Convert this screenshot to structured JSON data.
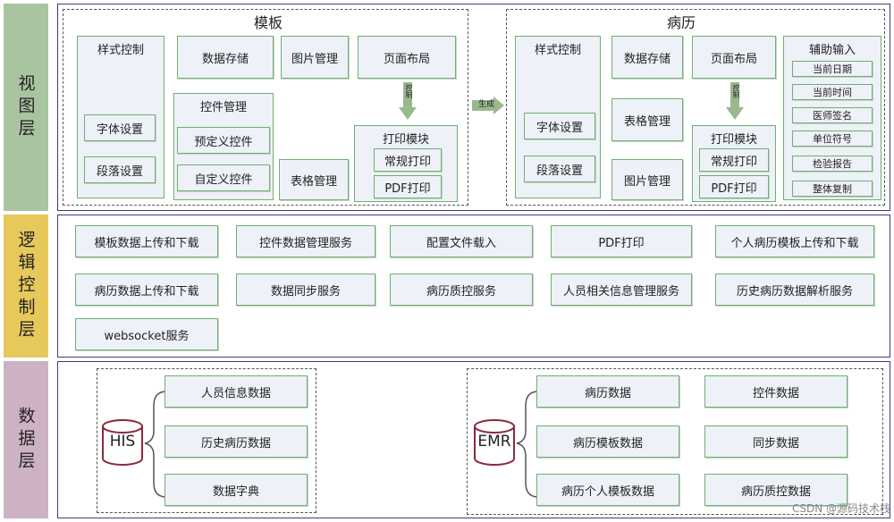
{
  "layers": {
    "view": "视图层",
    "logic": "逻辑控制层",
    "data": "数据层"
  },
  "template": {
    "title": "模板",
    "style_control": "样式控制",
    "font_settings": "字体设置",
    "paragraph_settings": "段落设置",
    "data_storage": "数据存储",
    "image_management": "图片管理",
    "page_layout": "页面布局",
    "control_management": "控件管理",
    "predefined_control": "预定义控件",
    "custom_control": "自定义控件",
    "table_management": "表格管理",
    "print_module": "打印模块",
    "normal_print": "常规打印",
    "pdf_print": "PDF打印",
    "control_arrow": "控制"
  },
  "generate_arrow": "生成",
  "record": {
    "title": "病历",
    "style_control": "样式控制",
    "font_settings": "字体设置",
    "paragraph_settings": "段落设置",
    "data_storage": "数据存储",
    "table_management": "表格管理",
    "image_management": "图片管理",
    "page_layout": "页面布局",
    "print_module": "打印模块",
    "normal_print": "常规打印",
    "pdf_print": "PDF打印",
    "control_arrow": "控制",
    "aux_input": {
      "title": "辅助输入",
      "items": [
        "当前日期",
        "当前时间",
        "医师签名",
        "单位符号",
        "检验报告",
        "整体复制"
      ]
    }
  },
  "logic": {
    "row1": [
      "模板数据上传和下载",
      "控件数据管理服务",
      "配置文件载入",
      "PDF打印",
      "个人病历模板上传和下载"
    ],
    "row2": [
      "病历数据上传和下载",
      "数据同步服务",
      "病历质控服务",
      "人员相关信息管理服务",
      "历史病历数据解析服务"
    ],
    "row3": [
      "websocket服务"
    ]
  },
  "data": {
    "his_label": "HIS",
    "his_items": [
      "人员信息数据",
      "历史病历数据",
      "数据字典"
    ],
    "emr_label": "EMR",
    "emr_items": [
      "病历数据",
      "控件数据",
      "病历模板数据",
      "同步数据",
      "病历个人模板数据",
      "病历质控数据"
    ]
  },
  "watermark": "CSDN @源码技术栈",
  "colors": {
    "view_band": "#a9c4a0",
    "logic_band": "#e7c85a",
    "data_band": "#cdb2c4",
    "box_border": "#6fb06f",
    "box_fill": "#eef1f8",
    "arrow_fill": "#9ab88f"
  }
}
